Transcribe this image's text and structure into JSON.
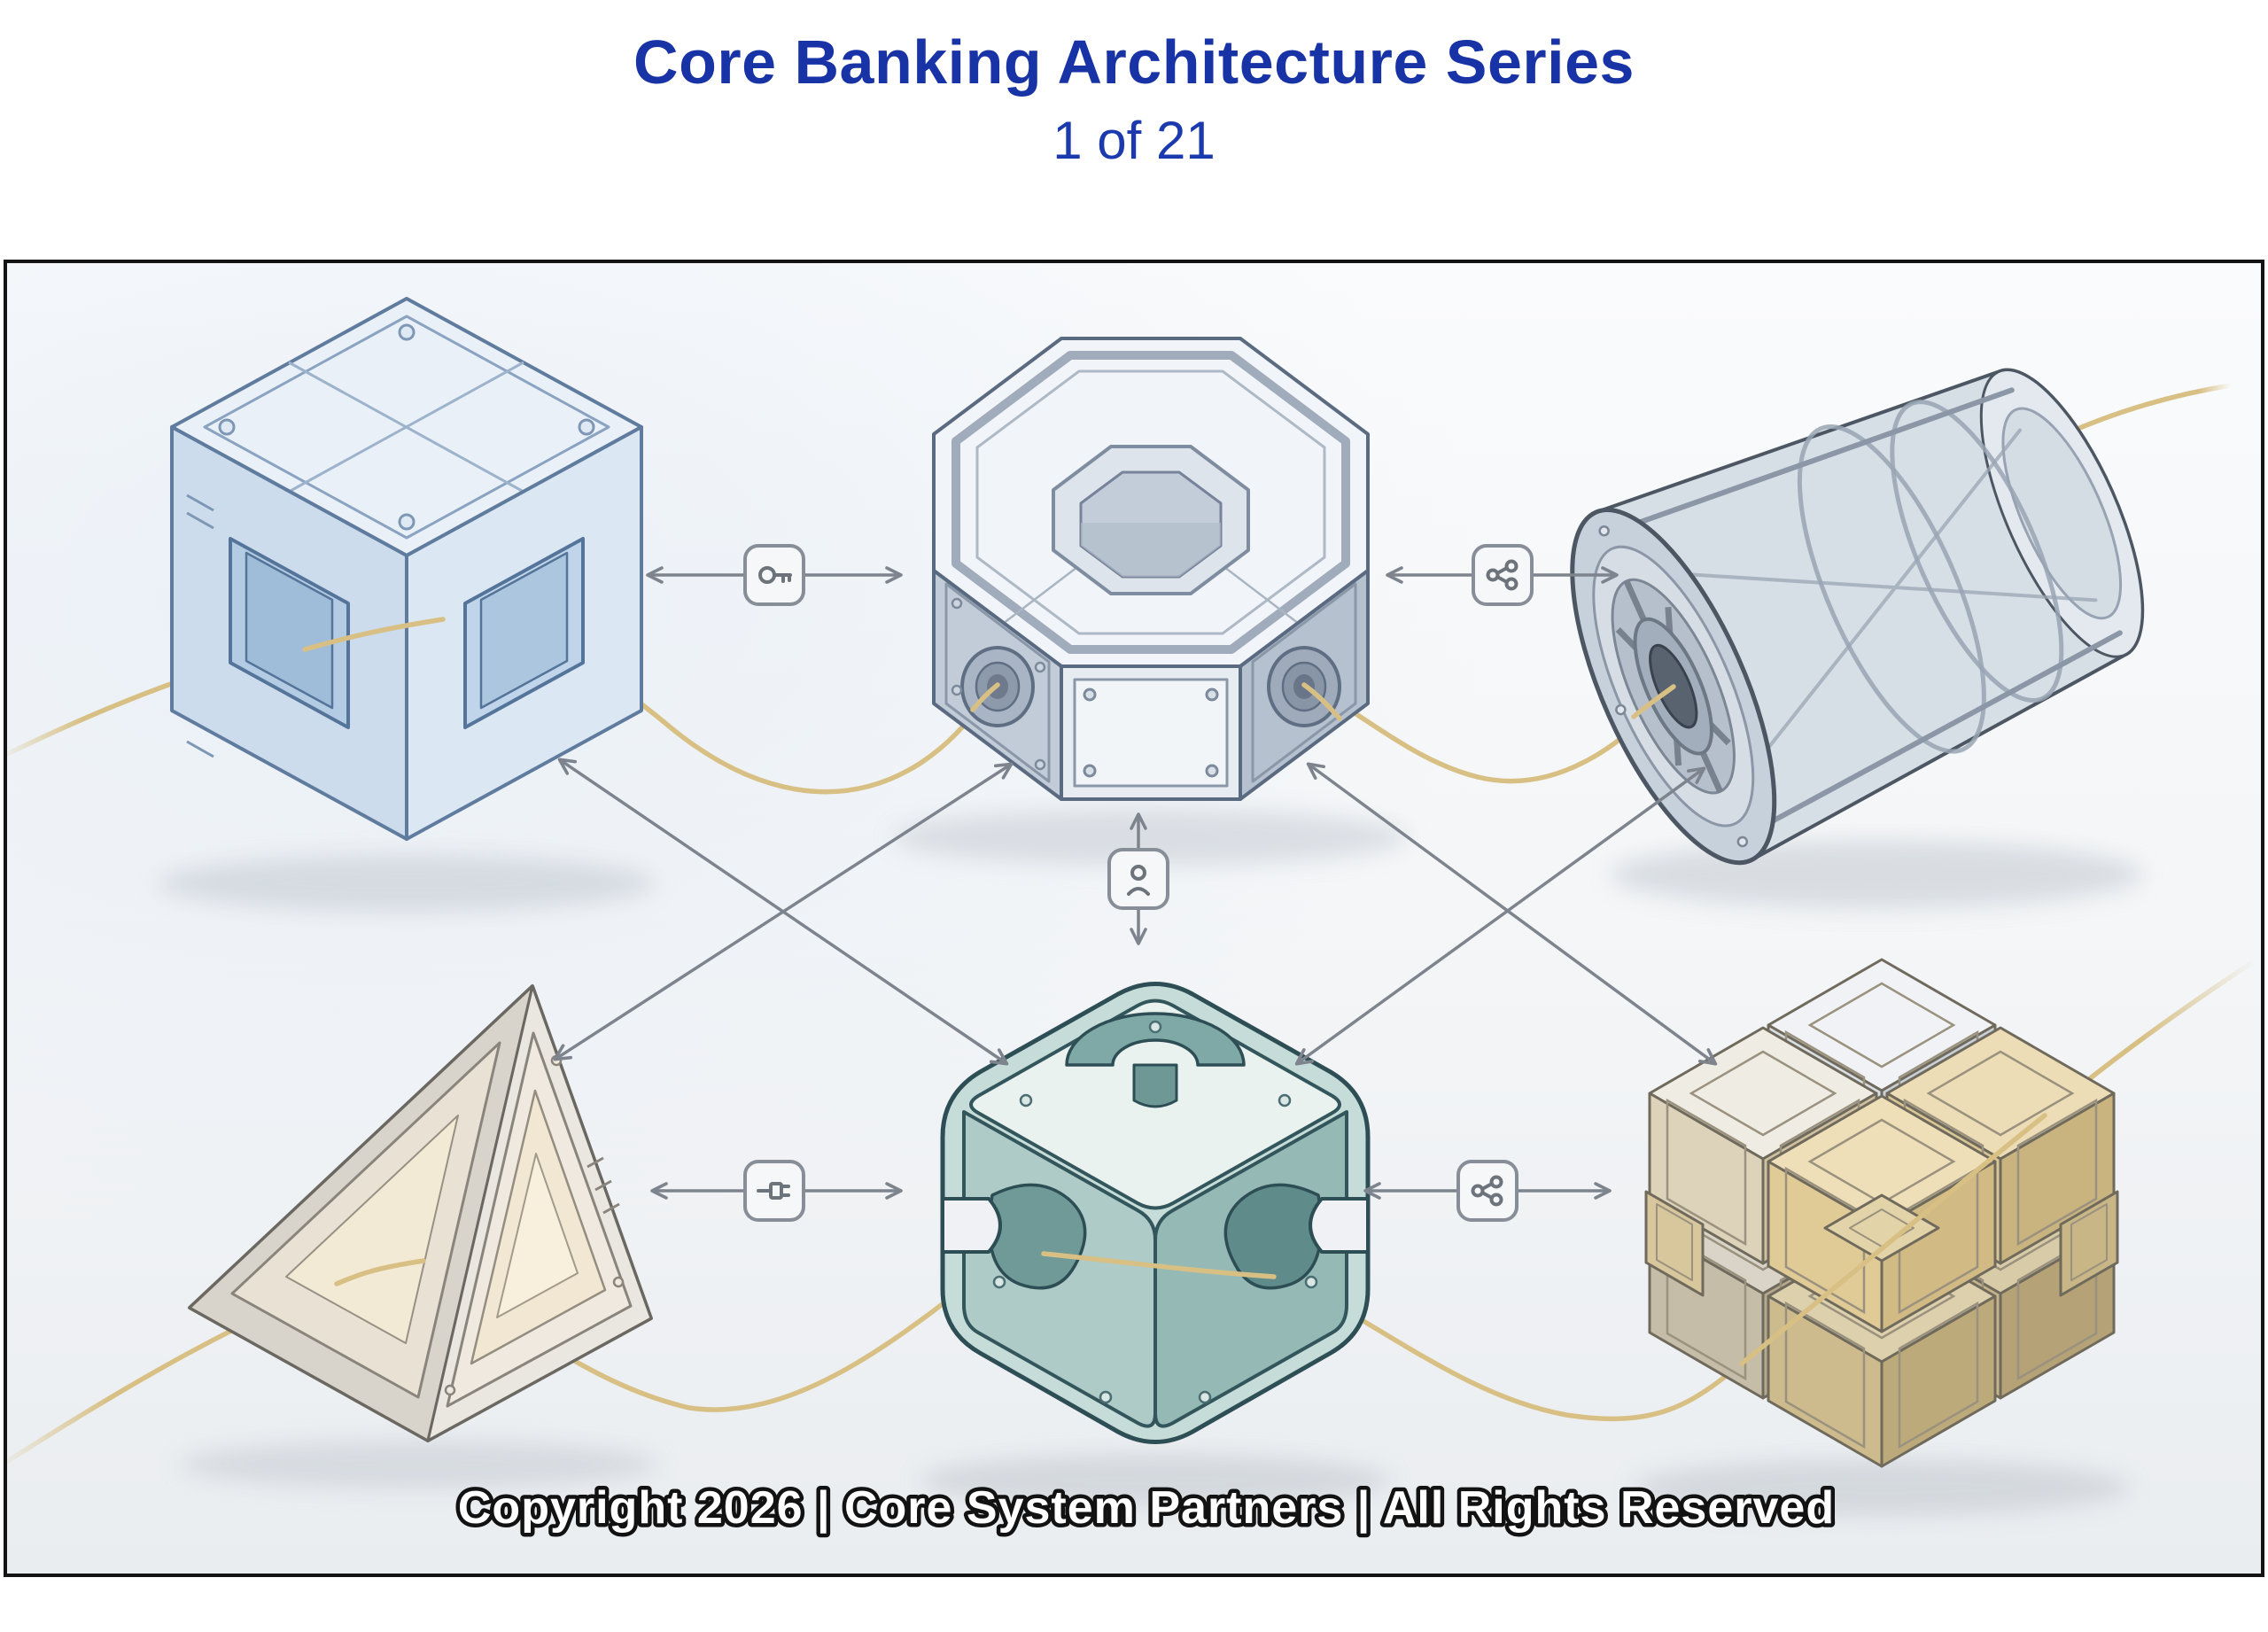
{
  "header": {
    "title": "Core Banking Architecture Series",
    "subtitle": "1 of 21",
    "title_color": "#1733a6"
  },
  "figure": {
    "copyright": "Copyright 2026 | Core System Partners | All Rights Reserved",
    "frame_border_color": "#141414",
    "canvas_background": "#f3f5f7",
    "wire_color": "#d8c084",
    "arrow_color": "#7e848d",
    "modules": [
      {
        "id": "cube-module",
        "shape": "isometric glass cube",
        "position": "top-left",
        "tint": "#d7e3f2"
      },
      {
        "id": "octagon-module",
        "shape": "octagonal hub with recessed core",
        "position": "top-center",
        "tint": "#e9edf3"
      },
      {
        "id": "cylinder-module",
        "shape": "cylindrical drum with spoked cap",
        "position": "top-right",
        "tint": "#ccd5e0"
      },
      {
        "id": "wedge-module",
        "shape": "triangular wedge with glowing core",
        "position": "bottom-left",
        "tint": "#e5e1da"
      },
      {
        "id": "knot-module",
        "shape": "interlocking rounded cube",
        "position": "bottom-center",
        "tint": "#bcd6d2"
      },
      {
        "id": "cluster-module",
        "shape": "composite 2x2 cube cluster",
        "position": "bottom-right",
        "tint": "#e2d2a9"
      }
    ],
    "connectors": [
      {
        "id": "link-top-left",
        "icon": "key-icon"
      },
      {
        "id": "link-top-right",
        "icon": "share-icon"
      },
      {
        "id": "link-center-vertical",
        "icon": "hub-icon"
      },
      {
        "id": "link-bottom-left",
        "icon": "plug-icon"
      },
      {
        "id": "link-bottom-right",
        "icon": "share-icon"
      }
    ]
  }
}
